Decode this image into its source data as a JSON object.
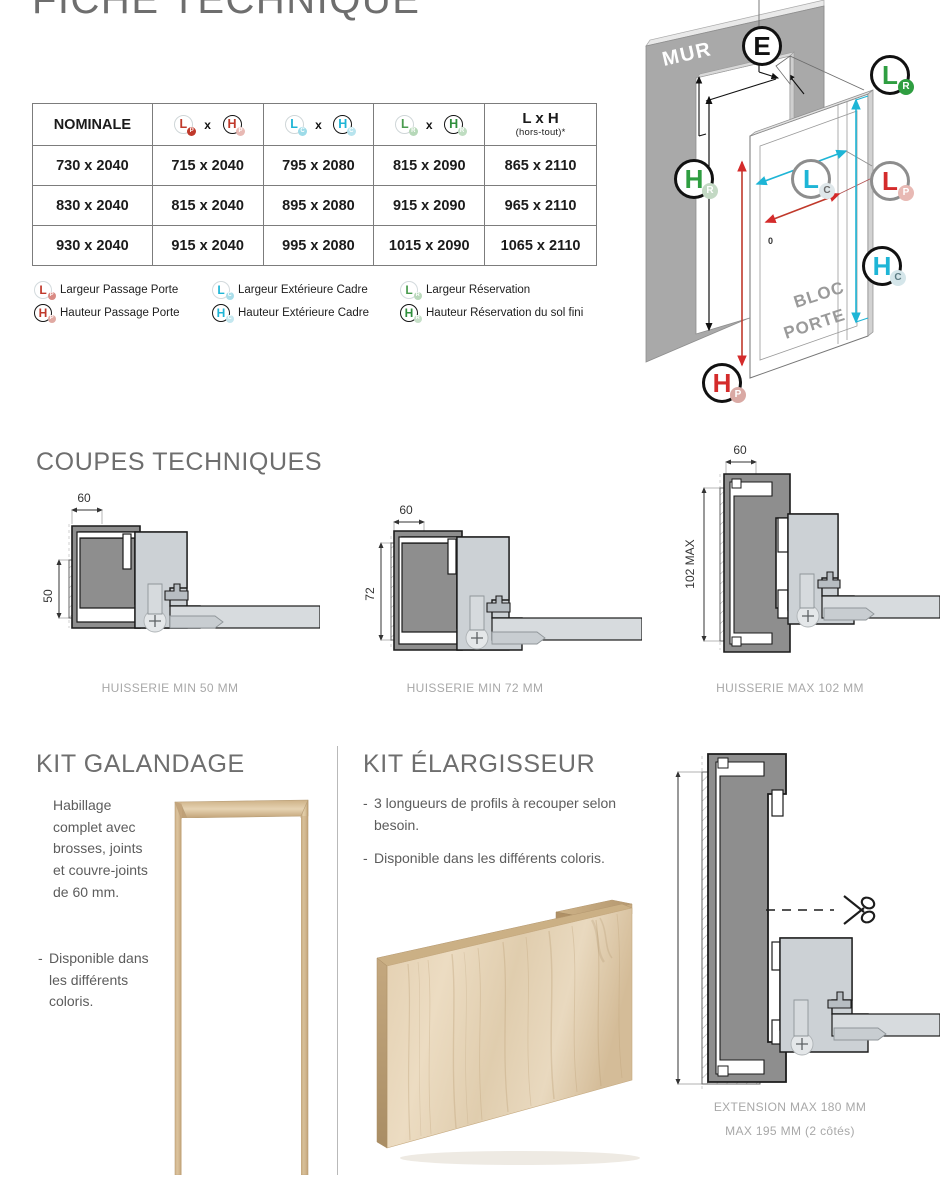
{
  "page": {
    "title": "FICHE TECHNIQUE"
  },
  "table": {
    "name": "dimensions-table",
    "headers": {
      "nominale": "NOMINALE",
      "passage": {
        "w": "L",
        "w_sub": "P",
        "sep": "x",
        "h": "H",
        "h_sub": "P"
      },
      "cadre": {
        "w": "L",
        "w_sub": "C",
        "sep": "x",
        "h": "H",
        "h_sub": "C"
      },
      "reservation": {
        "w": "L",
        "w_sub": "R",
        "sep": "x",
        "h": "H",
        "h_sub": "R"
      },
      "horstout_main": "L x H",
      "horstout_sub": "(hors-tout)*"
    },
    "rows": [
      {
        "nominale": "730 x 2040",
        "passage": "715 x 2040",
        "cadre": "795 x 2080",
        "reservation": "815 x 2090",
        "horstout": "865 x 2110"
      },
      {
        "nominale": "830 x 2040",
        "passage": "815 x 2040",
        "cadre": "895 x 2080",
        "reservation": "915 x 2090",
        "horstout": "965 x 2110"
      },
      {
        "nominale": "930 x 2040",
        "passage": "915 x 2040",
        "cadre": "995 x 2080",
        "reservation": "1015 x 2090",
        "horstout": "1065 x 2110"
      }
    ]
  },
  "legend": {
    "col1": [
      {
        "letter": "L",
        "sub": "P",
        "color": "#c0392b",
        "label": "Largeur Passage Porte"
      },
      {
        "letter": "H",
        "sub": "P",
        "color": "#c0392b",
        "label": "Hauteur Passage Porte"
      }
    ],
    "col2": [
      {
        "letter": "L",
        "sub": "C",
        "color": "#1eb5d6",
        "label": "Largeur Extérieure Cadre"
      },
      {
        "letter": "H",
        "sub": "C",
        "color": "#1eb5d6",
        "label": "Hauteur Extérieure Cadre"
      }
    ],
    "col3": [
      {
        "letter": "L",
        "sub": "R",
        "color": "#4a9b4f",
        "label": "Largeur Réservation"
      },
      {
        "letter": "H",
        "sub": "R",
        "color": "#2f8f3c",
        "label": "Hauteur Réservation du sol fini"
      }
    ]
  },
  "wall_diagram": {
    "wall_label": "MUR",
    "block_label_1": "BLOC",
    "block_label_2": "PORTE",
    "zero_label": "0",
    "badges": {
      "e": {
        "letter": "E",
        "sub": "",
        "color": "#111111"
      },
      "lr": {
        "letter": "L",
        "sub": "R",
        "color": "#2f9e41"
      },
      "hr": {
        "letter": "H",
        "sub": "R",
        "color": "#2f9e41"
      },
      "lc": {
        "letter": "L",
        "sub": "C",
        "color": "#1eb5d6"
      },
      "hc": {
        "letter": "H",
        "sub": "C",
        "color": "#1eb5d6"
      },
      "lp": {
        "letter": "L",
        "sub": "P",
        "color": "#d42b2b"
      },
      "hp": {
        "letter": "H",
        "sub": "P",
        "color": "#d42b2b"
      }
    }
  },
  "sections": {
    "coupes": {
      "heading": "COUPES TECHNIQUES"
    },
    "galandage": {
      "heading": "KIT GALANDAGE"
    },
    "elargisseur": {
      "heading": "KIT ÉLARGISSEUR"
    }
  },
  "coupes": [
    {
      "name": "coupe-50",
      "top_dim": "60",
      "side_dim": "50",
      "caption": "HUISSERIE MIN 50 MM"
    },
    {
      "name": "coupe-72",
      "top_dim": "60",
      "side_dim": "72",
      "caption": "HUISSERIE MIN 72 MM"
    },
    {
      "name": "coupe-102",
      "top_dim": "60",
      "side_dim": "102 MAX",
      "caption": "HUISSERIE MAX 102 MM"
    }
  ],
  "galandage": {
    "paragraph": "Habillage complet avec brosses, joints et couvre-joints de 60 mm.",
    "bullets": [
      {
        "dash": "-",
        "text": "Disponible dans les différents coloris."
      }
    ]
  },
  "elargisseur": {
    "bullets": [
      {
        "dash": "-",
        "text": "3 longueurs de profils à recouper selon besoin."
      },
      {
        "dash": "-",
        "text": "Disponible dans les différents coloris."
      }
    ],
    "caption_line1": "EXTENSION MAX 180 MM",
    "caption_line2": "MAX 195 MM (2 côtés)"
  },
  "colors": {
    "red": "#c0392b",
    "cyan": "#1eb5d6",
    "green": "#2f9e41",
    "heading_gray": "#6e6e6e",
    "caption_gray": "#a8a8a8",
    "wood": "#d9bf96",
    "metal_dark": "#8b8b8b",
    "metal_light": "#d4d7da"
  }
}
